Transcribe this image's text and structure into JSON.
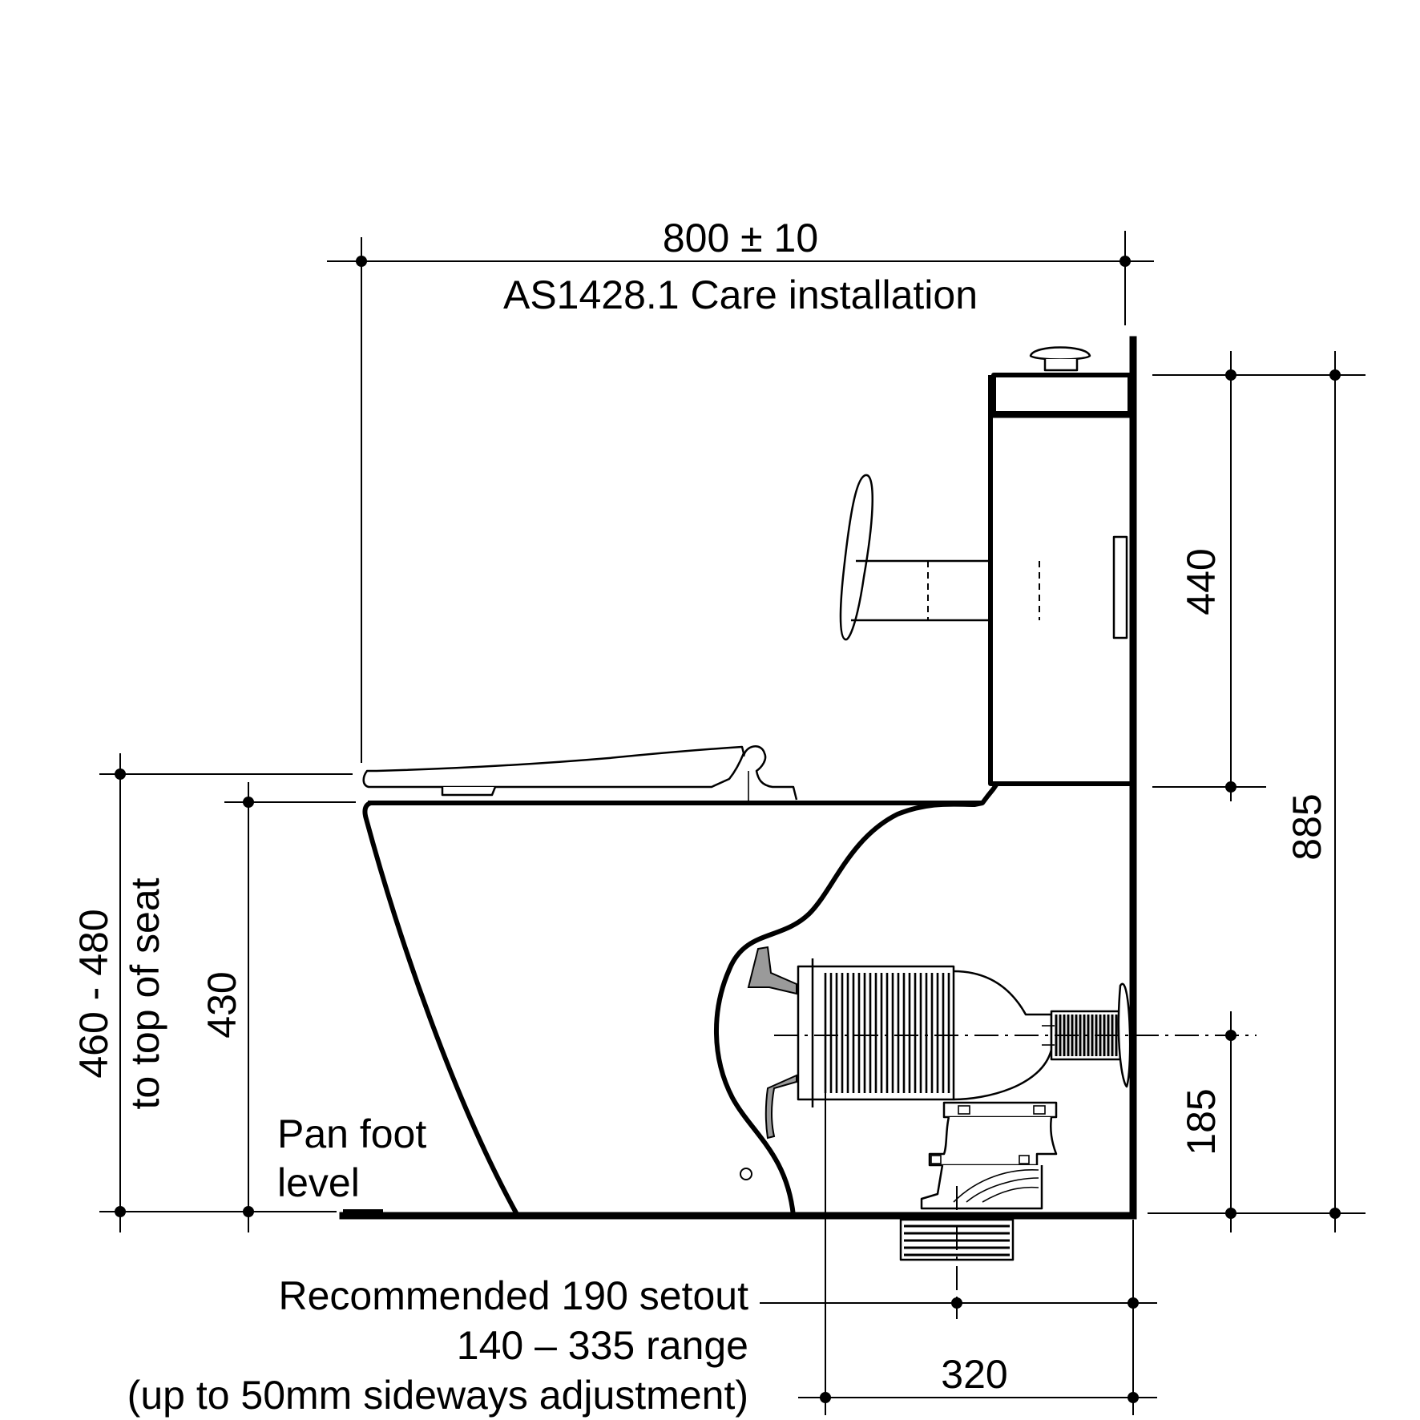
{
  "labels": {
    "overall_width": "800 ± 10",
    "installation": "AS1428.1 Care installation",
    "cistern_height": "440",
    "overall_height": "885",
    "seat_height": "460 - 480",
    "seat_height_note": "to top of seat",
    "pan_height": "430",
    "pan_foot_line1": "Pan foot",
    "pan_foot_line2": "level",
    "outlet_height": "185",
    "setout_line1": "Recommended 190 setout",
    "setout_line2": "140 – 335 range",
    "setout_line3": "(up to 50mm sideways adjustment)",
    "setout_max": "320"
  },
  "icons": {
    "flush_button": "flush-button-icon",
    "grab_rail": "grab-rail-icon",
    "pan_connector": "pan-connector-icon"
  }
}
